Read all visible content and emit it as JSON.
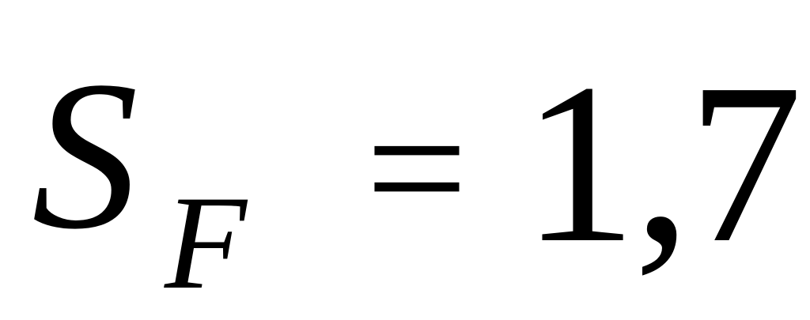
{
  "formula": {
    "symbol": "S",
    "subscript": "F",
    "operator": "=",
    "value": "1,7"
  },
  "colors": {
    "background": "#ffffff",
    "text": "#000000"
  }
}
